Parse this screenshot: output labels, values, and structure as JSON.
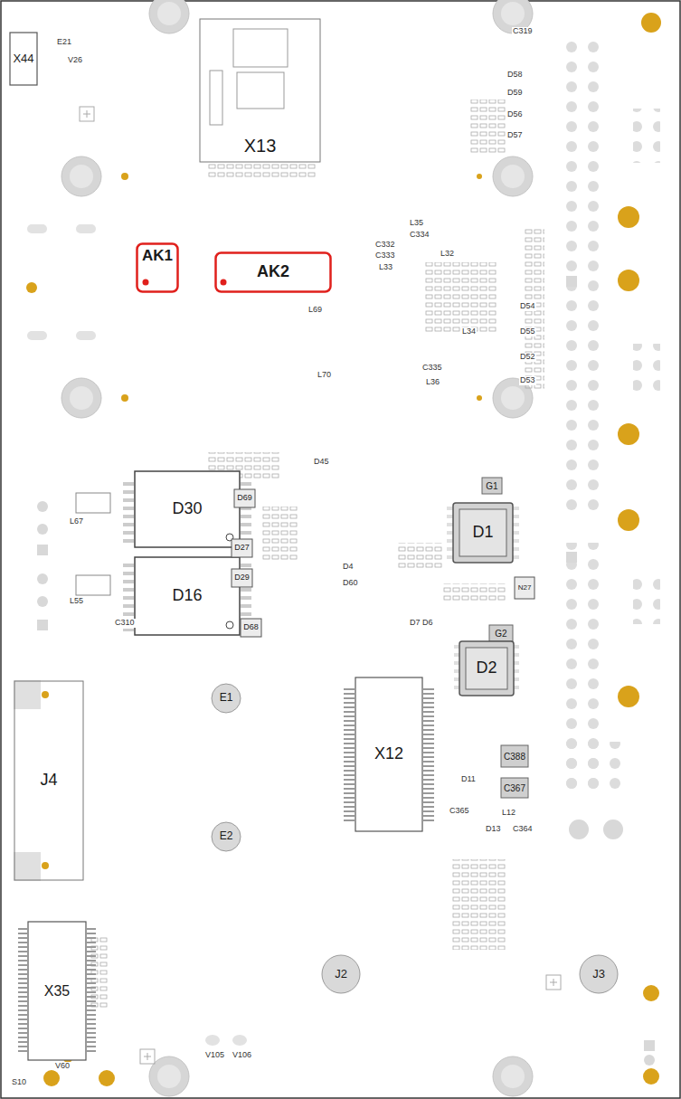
{
  "diagram": {
    "nodes": [
      {
        "text": [
          "X44"
        ]
      },
      {
        "text": [
          "X13"
        ]
      },
      {
        "text": [
          "AK1"
        ]
      },
      {
        "text": [
          "AK2"
        ]
      },
      {
        "text": [
          "D30"
        ]
      },
      {
        "text": [
          "D16"
        ]
      },
      {
        "text": [
          "D69"
        ]
      },
      {
        "text": [
          "D27"
        ]
      },
      {
        "text": [
          "D29"
        ]
      },
      {
        "text": [
          "D68"
        ]
      },
      {
        "text": [
          "G1"
        ]
      },
      {
        "text": [
          "D1"
        ]
      },
      {
        "text": [
          "N27"
        ]
      },
      {
        "text": [
          "G2"
        ]
      },
      {
        "text": [
          "D2"
        ]
      },
      {
        "text": [
          "C388"
        ]
      },
      {
        "text": [
          "C367"
        ]
      },
      {
        "text": [
          "X12"
        ]
      },
      {
        "text": [
          "E1"
        ]
      },
      {
        "text": [
          "E2"
        ]
      },
      {
        "text": [
          "J4"
        ]
      },
      {
        "text": [
          "X35"
        ]
      },
      {
        "text": [
          "J2"
        ]
      },
      {
        "text": [
          "J3"
        ]
      }
    ],
    "labels": [
      "E21",
      "V26",
      "C319",
      "D58",
      "D59",
      "D56",
      "D57",
      "L35",
      "C334",
      "C332",
      "C333",
      "L33",
      "L69",
      "L70",
      "C335",
      "L36",
      "L32",
      "L34",
      "D54",
      "D55",
      "D52",
      "D53",
      "L67",
      "L55",
      "C310",
      "D45",
      "D4",
      "D60",
      "D7",
      "D6",
      "D11",
      "C365",
      "L12",
      "D13",
      "C364",
      "V105",
      "V106",
      "V60",
      "S10"
    ]
  }
}
